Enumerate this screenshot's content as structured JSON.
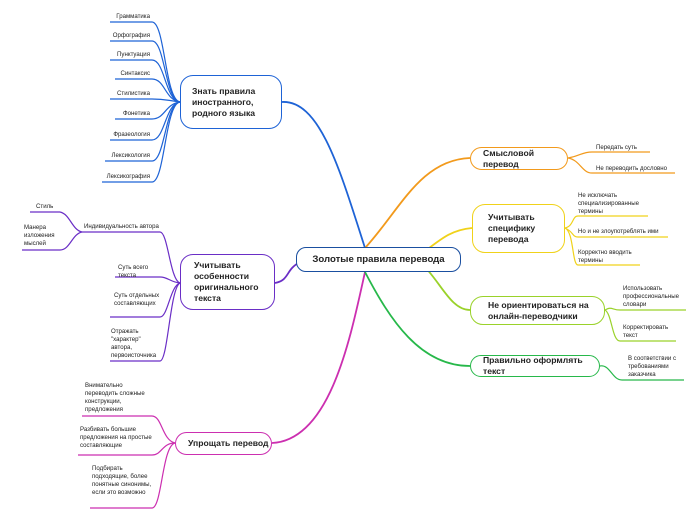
{
  "central": {
    "label": "Золотые правила перевода",
    "color": "#1a4fa0"
  },
  "branches": [
    {
      "id": "rules",
      "label": "Знать правила иностранного, родного языка",
      "color": "#1e63d6",
      "leaves": [
        "Грамматика",
        "Орфография",
        "Пунктуация",
        "Синтаксис",
        "Стилистика",
        "Фонетика",
        "Фразеология",
        "Лексикология",
        "Лексикография"
      ]
    },
    {
      "id": "features",
      "label": "Учитывать особенности оригинального текста",
      "color": "#6a2ec6",
      "leaves": [
        "Индивидуальность автора",
        "Стиль",
        "Манера изложения мыслей",
        "Суть всего текста",
        "Суть отдельных составляющих",
        "Отражать \"характер\" автора, первоисточника"
      ]
    },
    {
      "id": "simplify",
      "label": "Упрощать перевод",
      "color": "#cc2fb0",
      "leaves": [
        "Внимательно переводить сложные конструкции, предложения",
        "Разбивать большие предложения на простые составляющие",
        "Подбирать подходящие, более понятные синонимы, если это возможно"
      ]
    },
    {
      "id": "meaning",
      "label": "Смысловой перевод",
      "color": "#f29a1c",
      "leaves": [
        "Передать суть",
        "Не переводить дословно"
      ]
    },
    {
      "id": "specifics",
      "label": "Учитывать специфику перевода",
      "color": "#f0d21a",
      "leaves": [
        "Не исключать специализированные термины",
        "Но и не злоупотреблять ими",
        "Корректно вводить термины"
      ]
    },
    {
      "id": "online",
      "label": "Не ориентироваться на онлайн-переводчики",
      "color": "#9ad22a",
      "leaves": [
        "Использовать профессиональные словари",
        "Корректировать текст"
      ]
    },
    {
      "id": "format",
      "label": "Правильно оформлять текст",
      "color": "#27b84a",
      "leaves": [
        "В соответствии с требованиями заказчика"
      ]
    }
  ]
}
